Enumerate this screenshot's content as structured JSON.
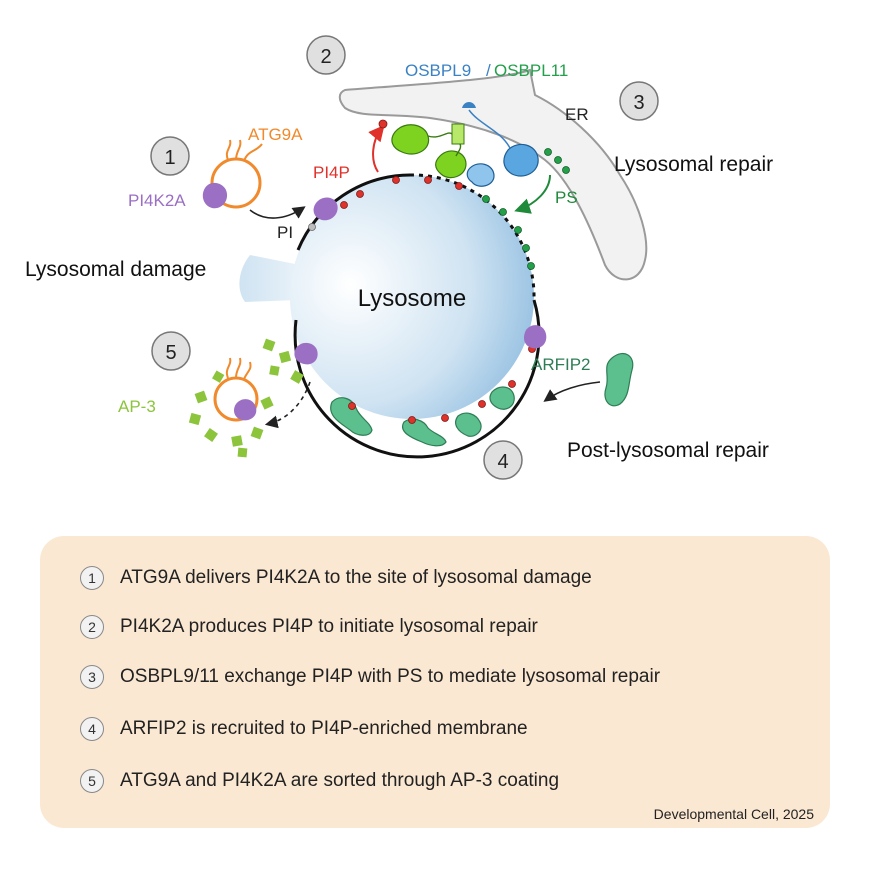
{
  "diagram": {
    "step_badges": [
      "1",
      "2",
      "3",
      "4",
      "5"
    ],
    "labels": {
      "lysosome": "Lysosome",
      "lysosomal_damage": "Lysosomal damage",
      "lysosomal_repair": "Lysosomal repair",
      "post_lysosomal_repair": "Post-lysosomal repair",
      "er": "ER",
      "osbpl9": "OSBPL9",
      "slash": "/",
      "osbpl11": "OSBPL11",
      "atg9a": "ATG9A",
      "pi4k2a": "PI4K2A",
      "pi4p": "PI4P",
      "pi": "PI",
      "ps": "PS",
      "arfip2": "ARFIP2",
      "ap3": "AP-3"
    },
    "colors": {
      "osbpl9": "#3b82c4",
      "osbpl11": "#23a04a",
      "atg9a": "#f08a2c",
      "pi4k2a": "#9a6fc4",
      "pi4p": "#e0312b",
      "ps": "#1f8a3a",
      "arfip2": "#2e7d55",
      "ap3": "#8cc43c",
      "lysosome": "#a9cde6"
    }
  },
  "summary": {
    "steps": [
      {
        "num": "1",
        "text": "ATG9A delivers PI4K2A to the site of lysosomal damage"
      },
      {
        "num": "2",
        "text": "PI4K2A produces PI4P to initiate lysosomal repair"
      },
      {
        "num": "3",
        "text": "OSBPL9/11 exchange PI4P with PS to mediate lysosomal repair"
      },
      {
        "num": "4",
        "text": "ARFIP2 is recruited to PI4P-enriched membrane"
      },
      {
        "num": "5",
        "text": "ATG9A and PI4K2A are sorted through AP-3 coating"
      }
    ],
    "citation": "Developmental Cell, 2025"
  }
}
